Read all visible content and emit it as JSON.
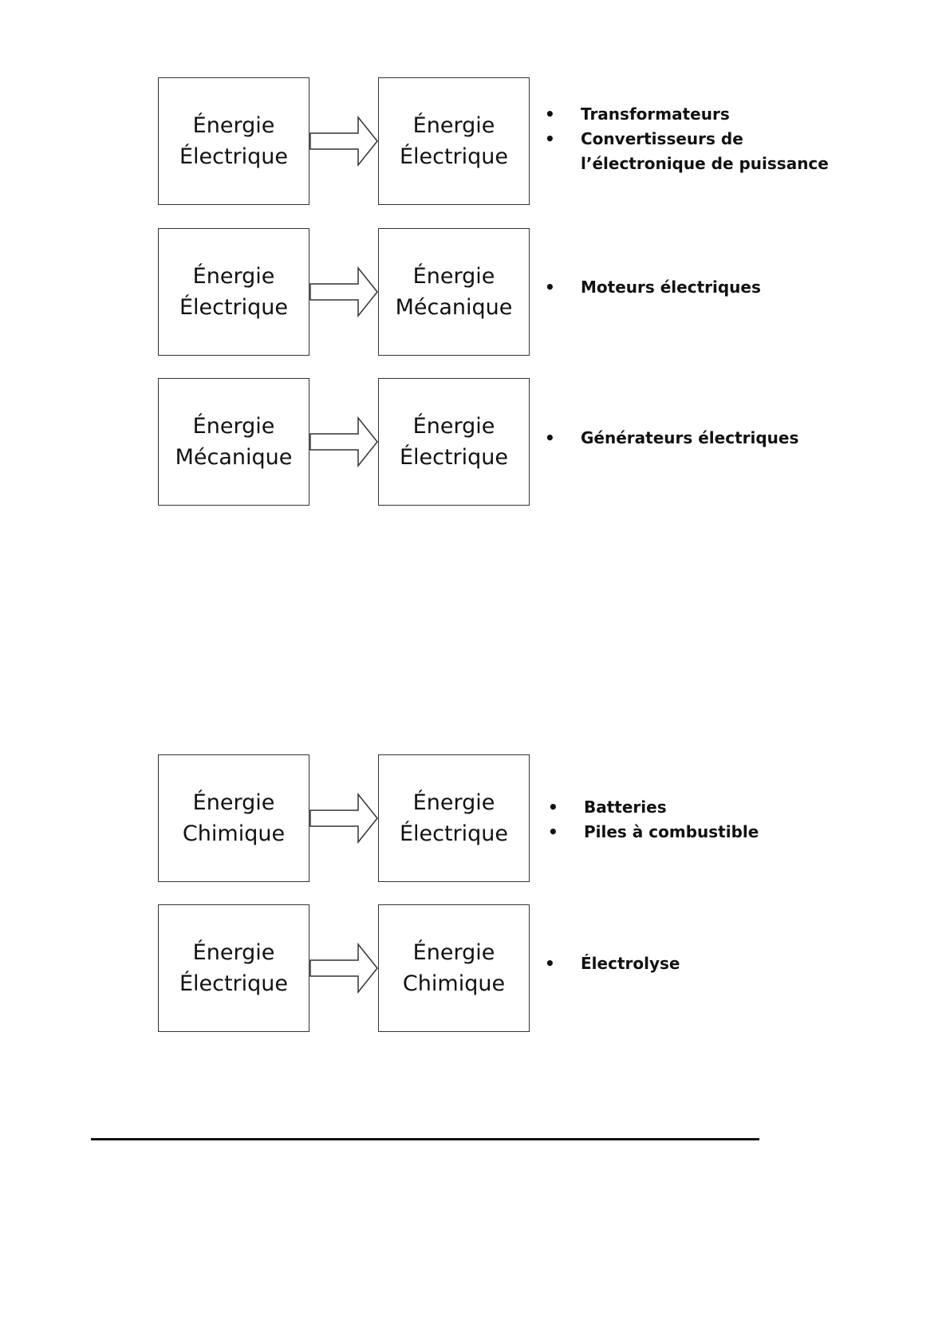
{
  "rows": [
    {
      "from": [
        "Énergie",
        "Électrique"
      ],
      "to": [
        "Énergie",
        "Électrique"
      ],
      "bullets": [
        "Transformateurs",
        "Convertisseurs de"
      ],
      "bullet_continuation": "l’électronique de puissance"
    },
    {
      "from": [
        "Énergie",
        "Électrique"
      ],
      "to": [
        "Énergie",
        "Mécanique"
      ],
      "bullets": [
        "Moteurs électriques"
      ]
    },
    {
      "from": [
        "Énergie",
        "Mécanique"
      ],
      "to": [
        "Énergie",
        "Électrique"
      ],
      "bullets": [
        "Générateurs électriques"
      ]
    },
    {
      "from": [
        "Énergie",
        "Chimique"
      ],
      "to": [
        "Énergie",
        "Électrique"
      ],
      "bullets": [
        "Batteries",
        "Piles à combustible"
      ]
    },
    {
      "from": [
        "Énergie",
        "Électrique"
      ],
      "to": [
        "Énergie",
        "Chimique"
      ],
      "bullets": [
        "Électrolyse"
      ]
    }
  ],
  "bullet_symbol": "•"
}
